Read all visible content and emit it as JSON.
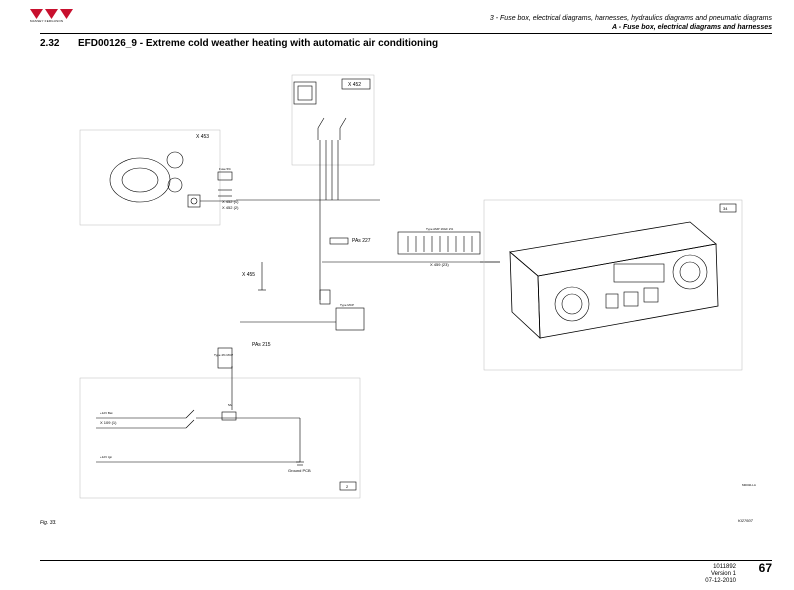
{
  "header": {
    "brand_text": "MASSEY FERGUSON",
    "chapter": "3 - Fuse box, electrical diagrams, harnesses, hydraulics diagrams and pneumatic diagrams",
    "section": "A - Fuse box, electrical diagrams and harnesses"
  },
  "title": {
    "number": "2.32",
    "text": "EFD00126_9 - Extreme cold weather heating with automatic air conditioning"
  },
  "diagram": {
    "connectors": {
      "x452": "X 452",
      "x453": "X 453",
      "x455": "X 455",
      "x459": "X 459",
      "x109": "X 109 (1)",
      "x452_pin1": "X 452 (1)",
      "x452_pin2": "X 452 (2)",
      "x459_pin23": "X 459 (23)"
    },
    "refs": {
      "pas227": "PAs 227",
      "pas215": "PAs 215",
      "ground": "Ground PCB",
      "ref34": "34",
      "ref2": "2"
    },
    "small_labels": {
      "fuse": "Fuse 5%",
      "type_top": "Type AMP 16GF 2%",
      "type_bottom": "Type 4% MCP",
      "type_mid": "Type MCP",
      "bat": "+12V Bat",
      "ign": "+12V Ign",
      "s1": "5A"
    },
    "corner_codes": {
      "right_panel": "M0040-LA"
    }
  },
  "footer": {
    "figure": "Fig. 33.",
    "figure_code": "KI27607",
    "doc_number": "1011892",
    "version": "Version 1",
    "date": "07-12-2010",
    "page": "67"
  }
}
